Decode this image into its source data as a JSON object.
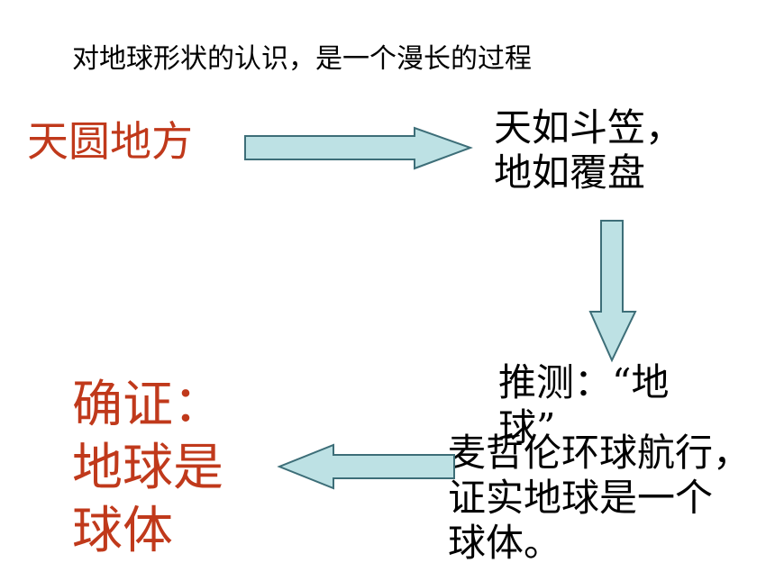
{
  "title": "对地球形状的认识，是一个漫长的过程",
  "colors": {
    "red_text": "#C0391B",
    "black_text": "#000000",
    "arrow_fill": "#BDE1E4",
    "arrow_stroke": "#3D6E78"
  },
  "stages": {
    "s1": {
      "lines": [
        "天圆地方"
      ]
    },
    "s2": {
      "lines": [
        "天如斗笠，",
        "地如覆盘"
      ]
    },
    "s3": {
      "lines": [
        "推测：“地",
        "球”"
      ]
    },
    "s4": {
      "lines": [
        "麦哲伦环球航行，",
        "证实地球是一个",
        "球体。"
      ]
    },
    "s5": {
      "lines": [
        "确证：",
        "地球是",
        "球体"
      ]
    }
  }
}
